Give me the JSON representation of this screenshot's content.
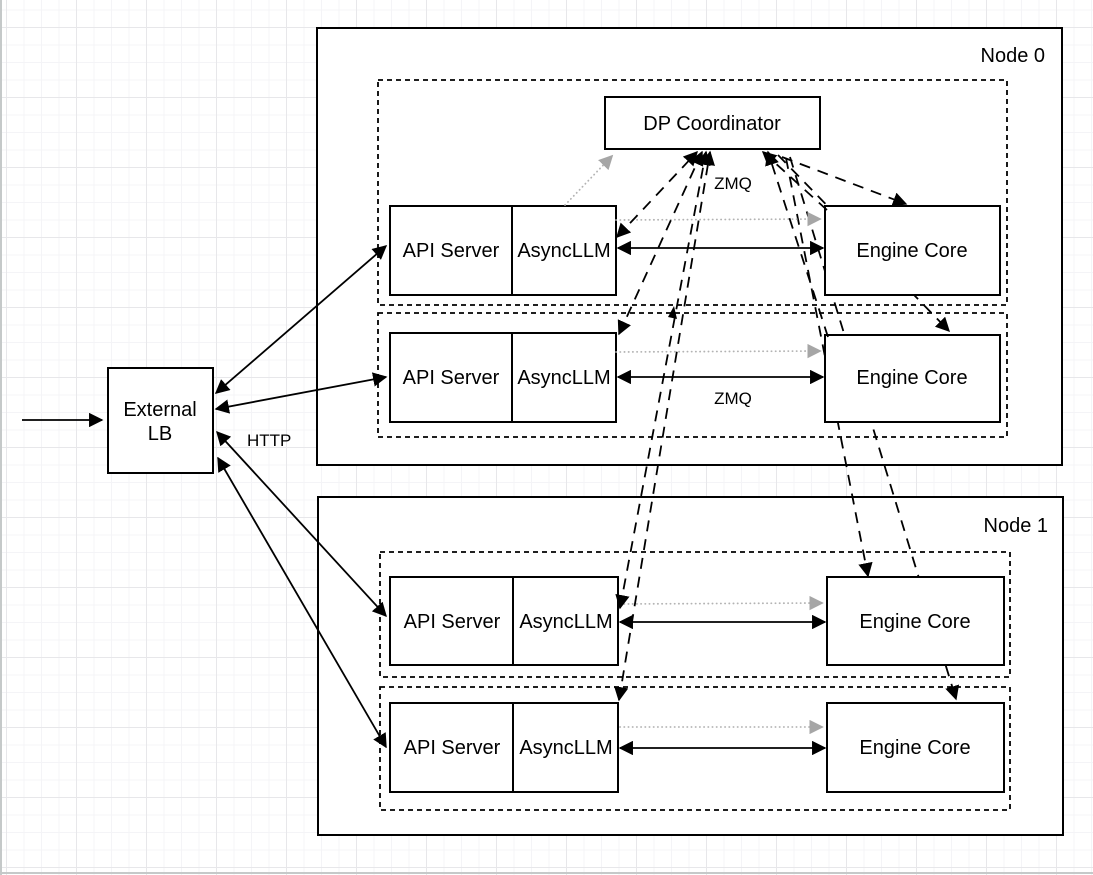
{
  "colors": {
    "stroke": "#000000",
    "box_fill": "#ffffff",
    "gray_arrow": "#b3b3b3",
    "grid_minor": "#f4f4f7",
    "grid_major": "#e7e7ea",
    "page_edge": "#c5c9c9"
  },
  "external_lb": {
    "label_line1": "External",
    "label_line2": "LB"
  },
  "coordinator": {
    "label": "DP Coordinator"
  },
  "nodes": [
    {
      "label": "Node 0"
    },
    {
      "label": "Node 1"
    }
  ],
  "rows": [
    {
      "api": "API Server",
      "async": "AsyncLLM",
      "engine": "Engine Core"
    },
    {
      "api": "API Server",
      "async": "AsyncLLM",
      "engine": "Engine Core"
    },
    {
      "api": "API Server",
      "async": "AsyncLLM",
      "engine": "Engine Core"
    },
    {
      "api": "API Server",
      "async": "AsyncLLM",
      "engine": "Engine Core"
    }
  ],
  "edge_labels": {
    "http": "HTTP",
    "zmq_coordinator": "ZMQ",
    "zmq_engine": "ZMQ"
  }
}
